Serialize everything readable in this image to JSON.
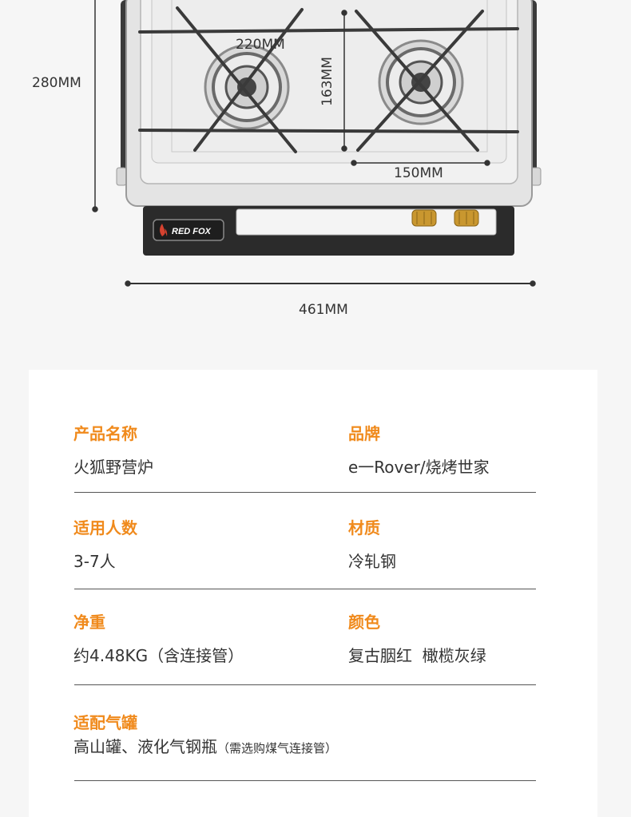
{
  "dimensions": {
    "height": "280MM",
    "width": "461MM",
    "grate_span": "220MM",
    "grate_depth": "163MM",
    "burner_gap": "150MM"
  },
  "brand_plate": "RED FOX",
  "specs": {
    "product_name": {
      "label": "产品名称",
      "value": "火狐野营炉"
    },
    "brand": {
      "label": "品牌",
      "value": "e一Rover/烧烤世家"
    },
    "people": {
      "label": "适用人数",
      "value": "3-7人"
    },
    "material": {
      "label": "材质",
      "value": "冷轧钢"
    },
    "net_weight": {
      "label": "净重",
      "value": "约4.48KG（含连接管）"
    },
    "color": {
      "label": "颜色",
      "value": "复古胭红  橄榄灰绿"
    },
    "canister": {
      "label": "适配气罐",
      "value": "高山罐、液化气钢瓶",
      "note": "（需选购煤气连接管）"
    }
  },
  "colors": {
    "accent": "#f08a1c",
    "stove_dark": "#2b2b2b",
    "brass": "#c9972f"
  }
}
